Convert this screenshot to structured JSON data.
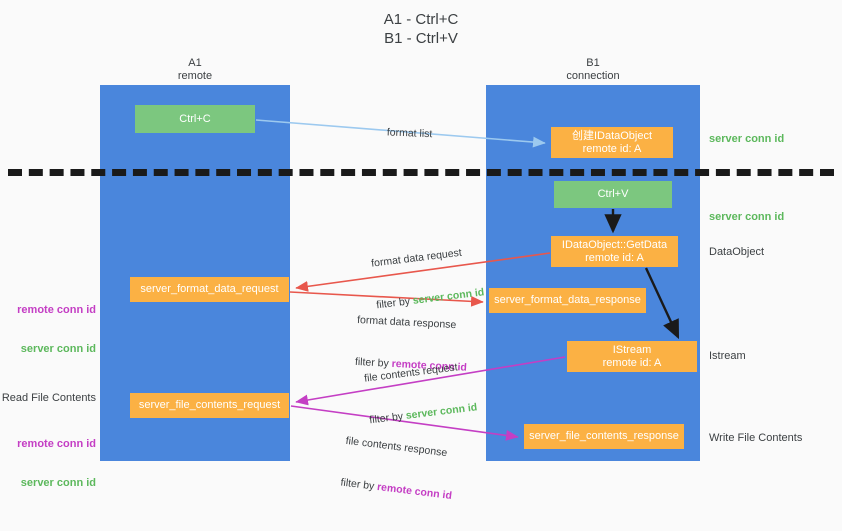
{
  "title": "A1 - Ctrl+C\nB1 - Ctrl+V",
  "columns": {
    "left": {
      "header": "A1\nremote"
    },
    "right": {
      "header": "B1\nconnection"
    }
  },
  "nodes": {
    "ctrl_c": "Ctrl+C",
    "create_idataobject": "创建IDataObject\nremote id: A",
    "ctrl_v": "Ctrl+V",
    "getdata": "IDataObject::GetData\nremote id: A",
    "server_format_data_request": "server_format_data_request",
    "server_format_data_response": "server_format_data_response",
    "istream": "IStream\nremote id: A",
    "server_file_contents_request": "server_file_contents_request",
    "server_file_contents_response": "server_file_contents_response"
  },
  "edges": {
    "format_list": {
      "text": "format list"
    },
    "format_data_request": {
      "line1": "format data request",
      "line2_prefix": "filter by ",
      "line2_key": "server conn id"
    },
    "format_data_response": {
      "line1": "format data response",
      "line2_prefix": "filter by ",
      "line2_key": "remote conn id"
    },
    "file_contents_request": {
      "line1": "file contents request",
      "line2_prefix": "filter by ",
      "line2_key": "server conn id"
    },
    "file_contents_response": {
      "line1": "file contents response",
      "line2_prefix": "filter by ",
      "line2_key": "remote conn id"
    }
  },
  "annotations": {
    "server_conn_id_top": "server conn id",
    "server_conn_id_mid": "server conn id",
    "dataobject": "DataObject",
    "istream": "Istream",
    "write_file_contents": "Write File Contents",
    "read_file_contents": "Read File Contents",
    "remote_conn_id_a": "remote conn id",
    "server_conn_id_a": "server conn id",
    "remote_conn_id_b": "remote conn id",
    "server_conn_id_b": "server conn id"
  },
  "colors": {
    "lane_blue": "#4a86dc",
    "node_green": "#7cc77f",
    "node_orange": "#fbb144",
    "arrow_lightblue": "#9cc9ef",
    "arrow_red": "#e8574c",
    "arrow_purple": "#c43ec4",
    "arrow_black": "#1a1a1a",
    "text_green": "#5cb85c",
    "text_purple": "#c43ec4",
    "background": "#fafafa"
  }
}
